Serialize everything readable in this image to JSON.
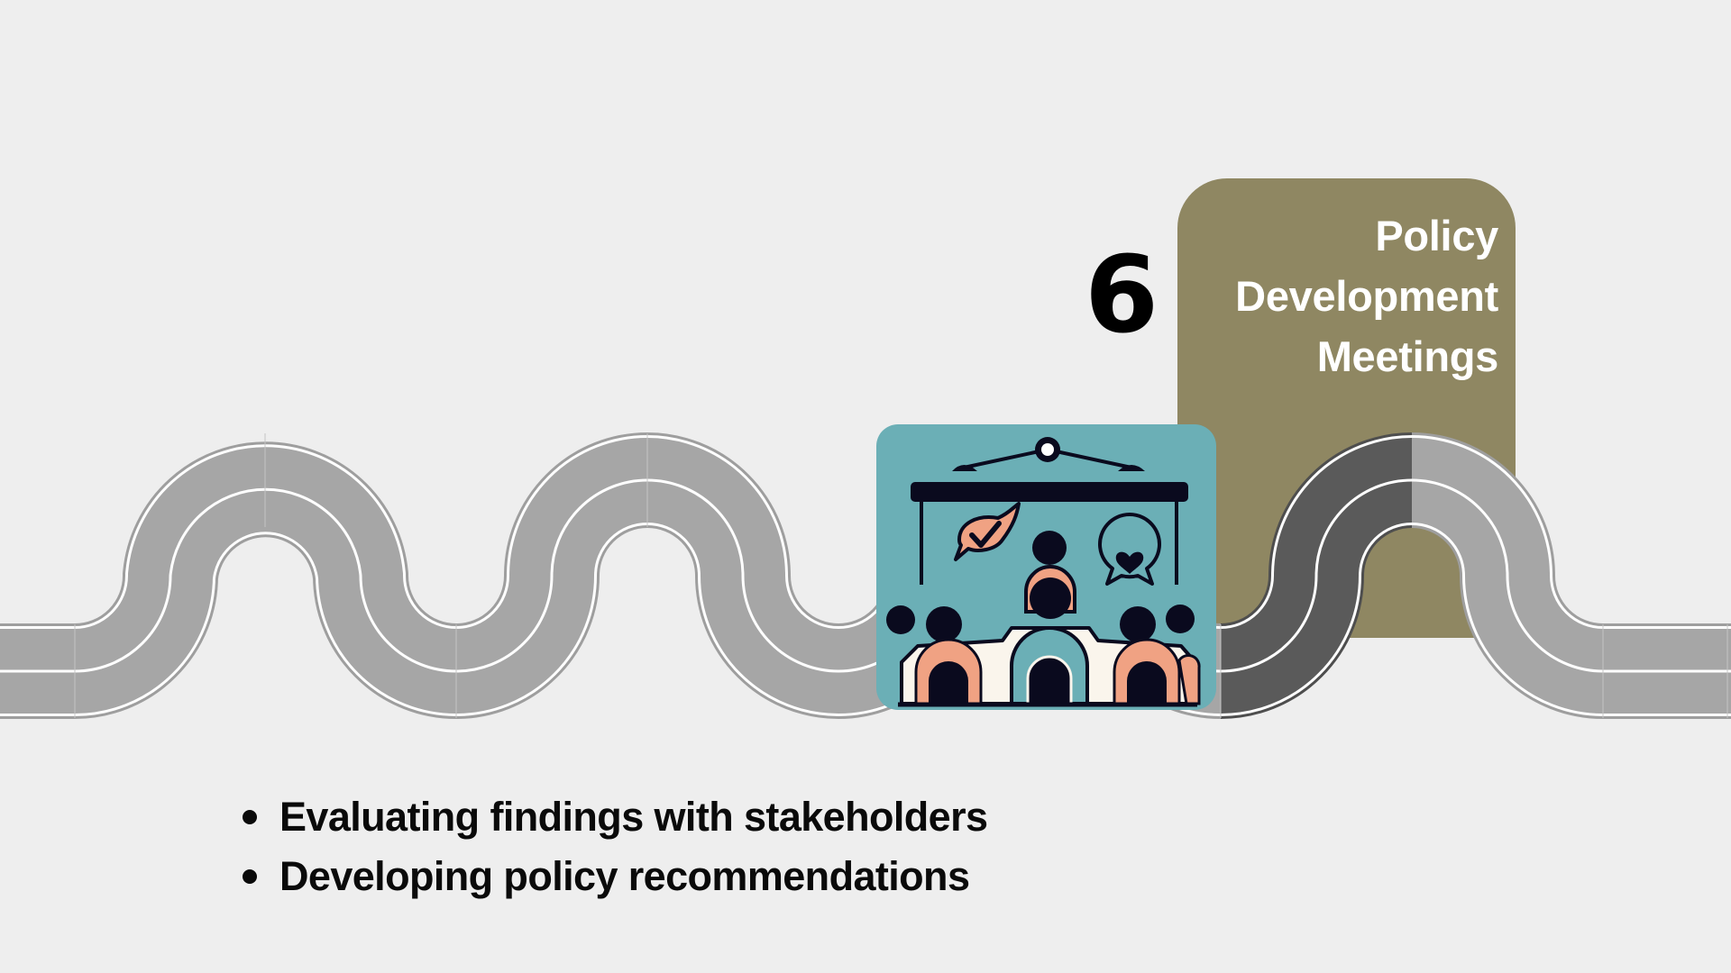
{
  "slide": {
    "background": "#EEEEEE",
    "step": {
      "number": "6",
      "title_lines": [
        "Policy",
        "Development",
        "Meetings"
      ],
      "box_color": "#8F8762",
      "title_color": "#FFFFFF"
    },
    "icon": {
      "name": "meeting-presentation-icon",
      "panel_color": "#6BAFB6",
      "accent_color": "#F0A283",
      "ink_color": "#0A0A1E"
    },
    "road": {
      "light_color": "#A6A6A6",
      "highlight_color": "#5A5A5A",
      "line_color": "#FFFFFF"
    },
    "bullets": [
      "Evaluating findings with stakeholders",
      "Developing policy recommendations"
    ]
  }
}
